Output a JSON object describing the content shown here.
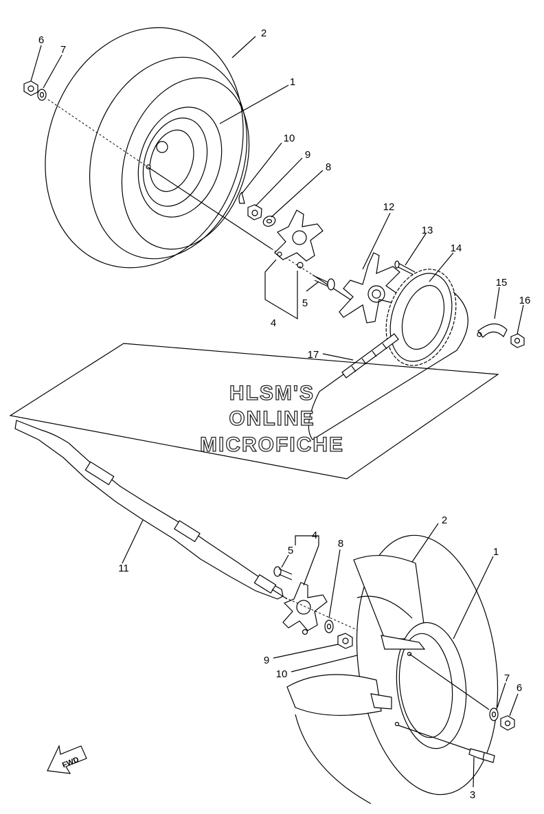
{
  "watermark": {
    "line1": "HLSM'S",
    "line2": "ONLINE",
    "line3": "MICROFICHE"
  },
  "fwd_label": "FWD",
  "callouts": {
    "top": {
      "c1": "1",
      "c2": "2",
      "c4": "4",
      "c5": "5",
      "c6": "6",
      "c7": "7",
      "c8": "8",
      "c9": "9",
      "c10": "10",
      "c12": "12",
      "c13": "13",
      "c14": "14",
      "c15": "15",
      "c16": "16",
      "c17": "17"
    },
    "bottom": {
      "c1": "1",
      "c2": "2",
      "c3": "3",
      "c4": "4",
      "c5": "5",
      "c6": "6",
      "c7": "7",
      "c8": "8",
      "c9": "9",
      "c10": "10",
      "c11": "11"
    }
  }
}
